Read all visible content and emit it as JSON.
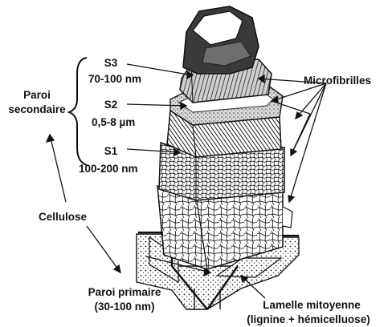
{
  "labels": {
    "s3": "S3",
    "s3_size": "70-100 nm",
    "s2": "S2",
    "s2_size": "0,5-8 µm",
    "s1": "S1",
    "s1_size": "100-200 nm",
    "secondary_wall_line1": "Paroi",
    "secondary_wall_line2": "secondaire",
    "microfibrils": "Microfibrilles",
    "cellulose": "Cellulose",
    "primary_wall_line1": "Paroi primaire",
    "primary_wall_line2": "(30-100 nm)",
    "middle_lamella_line1": "Lamelle mitoyenne",
    "middle_lamella_line2": "(lignine + hémicelluose)"
  },
  "colors": {
    "ink": "#111111",
    "paper": "#ffffff",
    "shade": "#6e6e6e",
    "dark": "#2a2a2a"
  }
}
